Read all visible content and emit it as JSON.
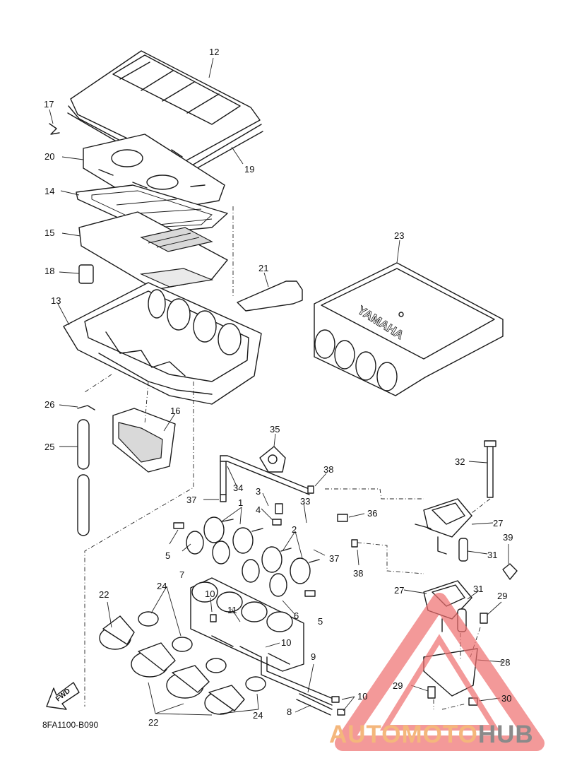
{
  "diagram": {
    "code": "8FA1100-B090",
    "fwd_label": "FWD",
    "brand_text": "YAMAHA",
    "labels": {
      "l1": "1",
      "l2": "2",
      "l3": "3",
      "l4": "4",
      "l5a": "5",
      "l5b": "5",
      "l6": "6",
      "l7": "7",
      "l8": "8",
      "l9": "9",
      "l10a": "10",
      "l10b": "10",
      "l10c": "10",
      "l11": "11",
      "l12": "12",
      "l13": "13",
      "l14": "14",
      "l15": "15",
      "l16": "16",
      "l17": "17",
      "l18": "18",
      "l19": "19",
      "l20": "20",
      "l21": "21",
      "l22a": "22",
      "l22b": "22",
      "l23": "23",
      "l24a": "24",
      "l24b": "24",
      "l25": "25",
      "l26": "26",
      "l27a": "27",
      "l27b": "27",
      "l28": "28",
      "l29a": "29",
      "l29b": "29",
      "l30": "30",
      "l31a": "31",
      "l31b": "31",
      "l32": "32",
      "l33": "33",
      "l34": "34",
      "l35": "35",
      "l36": "36",
      "l37a": "37",
      "l37b": "37",
      "l38a": "38",
      "l38b": "38",
      "l39": "39"
    }
  },
  "watermark": {
    "text_a": "AUTOMOTO",
    "text_b": "HUB",
    "color_a": "#f4b77c",
    "color_b": "#8a8a8a",
    "logo": "warning-triangle-icon"
  }
}
